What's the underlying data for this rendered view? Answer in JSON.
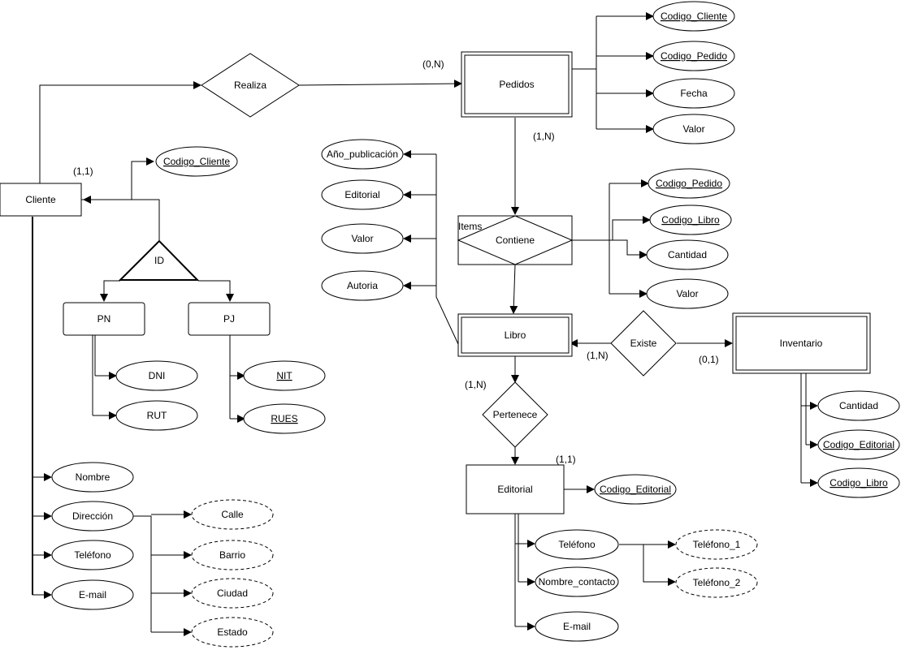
{
  "diagram": {
    "entities": {
      "cliente": "Cliente",
      "pedidos": "Pedidos",
      "libro": "Libro",
      "inventario": "Inventario",
      "editorial": "Editorial",
      "pn": "PN",
      "pj": "PJ"
    },
    "relationships": {
      "realiza": "Realiza",
      "contiene": "Contiene",
      "items": "Items",
      "existe": "Existe",
      "pertenece": "Pertenece",
      "id": "ID"
    },
    "attributes": {
      "cliente_codigo": "Codigo_Cliente",
      "pedidos_codigo_cliente": "Codigo_Cliente",
      "pedidos_codigo_pedido": "Codigo_Pedido",
      "pedidos_fecha": "Fecha",
      "pedidos_valor": "Valor",
      "libro_anio": "Año_publicación",
      "libro_editorial": "Editorial",
      "libro_valor": "Valor",
      "libro_autoria": "Autoria",
      "items_codigo_pedido": "Codigo_Pedido",
      "items_codigo_libro": "Codigo_Libro",
      "items_cantidad": "Cantidad",
      "items_valor": "Valor",
      "pn_dni": "DNI",
      "pn_rut": "RUT",
      "pj_nit": "NIT",
      "pj_rues": "RUES",
      "cliente_nombre": "Nombre",
      "cliente_direccion": "Dirección",
      "cliente_telefono": "Teléfono",
      "cliente_email": "E-mail",
      "dir_calle": "Calle",
      "dir_barrio": "Barrio",
      "dir_ciudad": "Ciudad",
      "dir_estado": "Estado",
      "inv_cantidad": "Cantidad",
      "inv_codigo_editorial": "Codigo_Editorial",
      "inv_codigo_libro": "Codigo_Libro",
      "editorial_codigo": "Codigo_Editorial",
      "editorial_telefono": "Teléfono",
      "editorial_nombre_contacto": "Nombre_contacto",
      "editorial_email": "E-mail",
      "tel_1": "Teléfono_1",
      "tel_2": "Teléfono_2"
    },
    "cardinalities": {
      "realiza_pedidos": "(0,N)",
      "cliente_realiza": "(1,1)",
      "pedidos_contiene": "(1,N)",
      "libro_existe": "(1,N)",
      "existe_inventario": "(0,1)",
      "libro_pertenece": "(1,N)",
      "pertenece_editorial": "(1,1)"
    }
  }
}
